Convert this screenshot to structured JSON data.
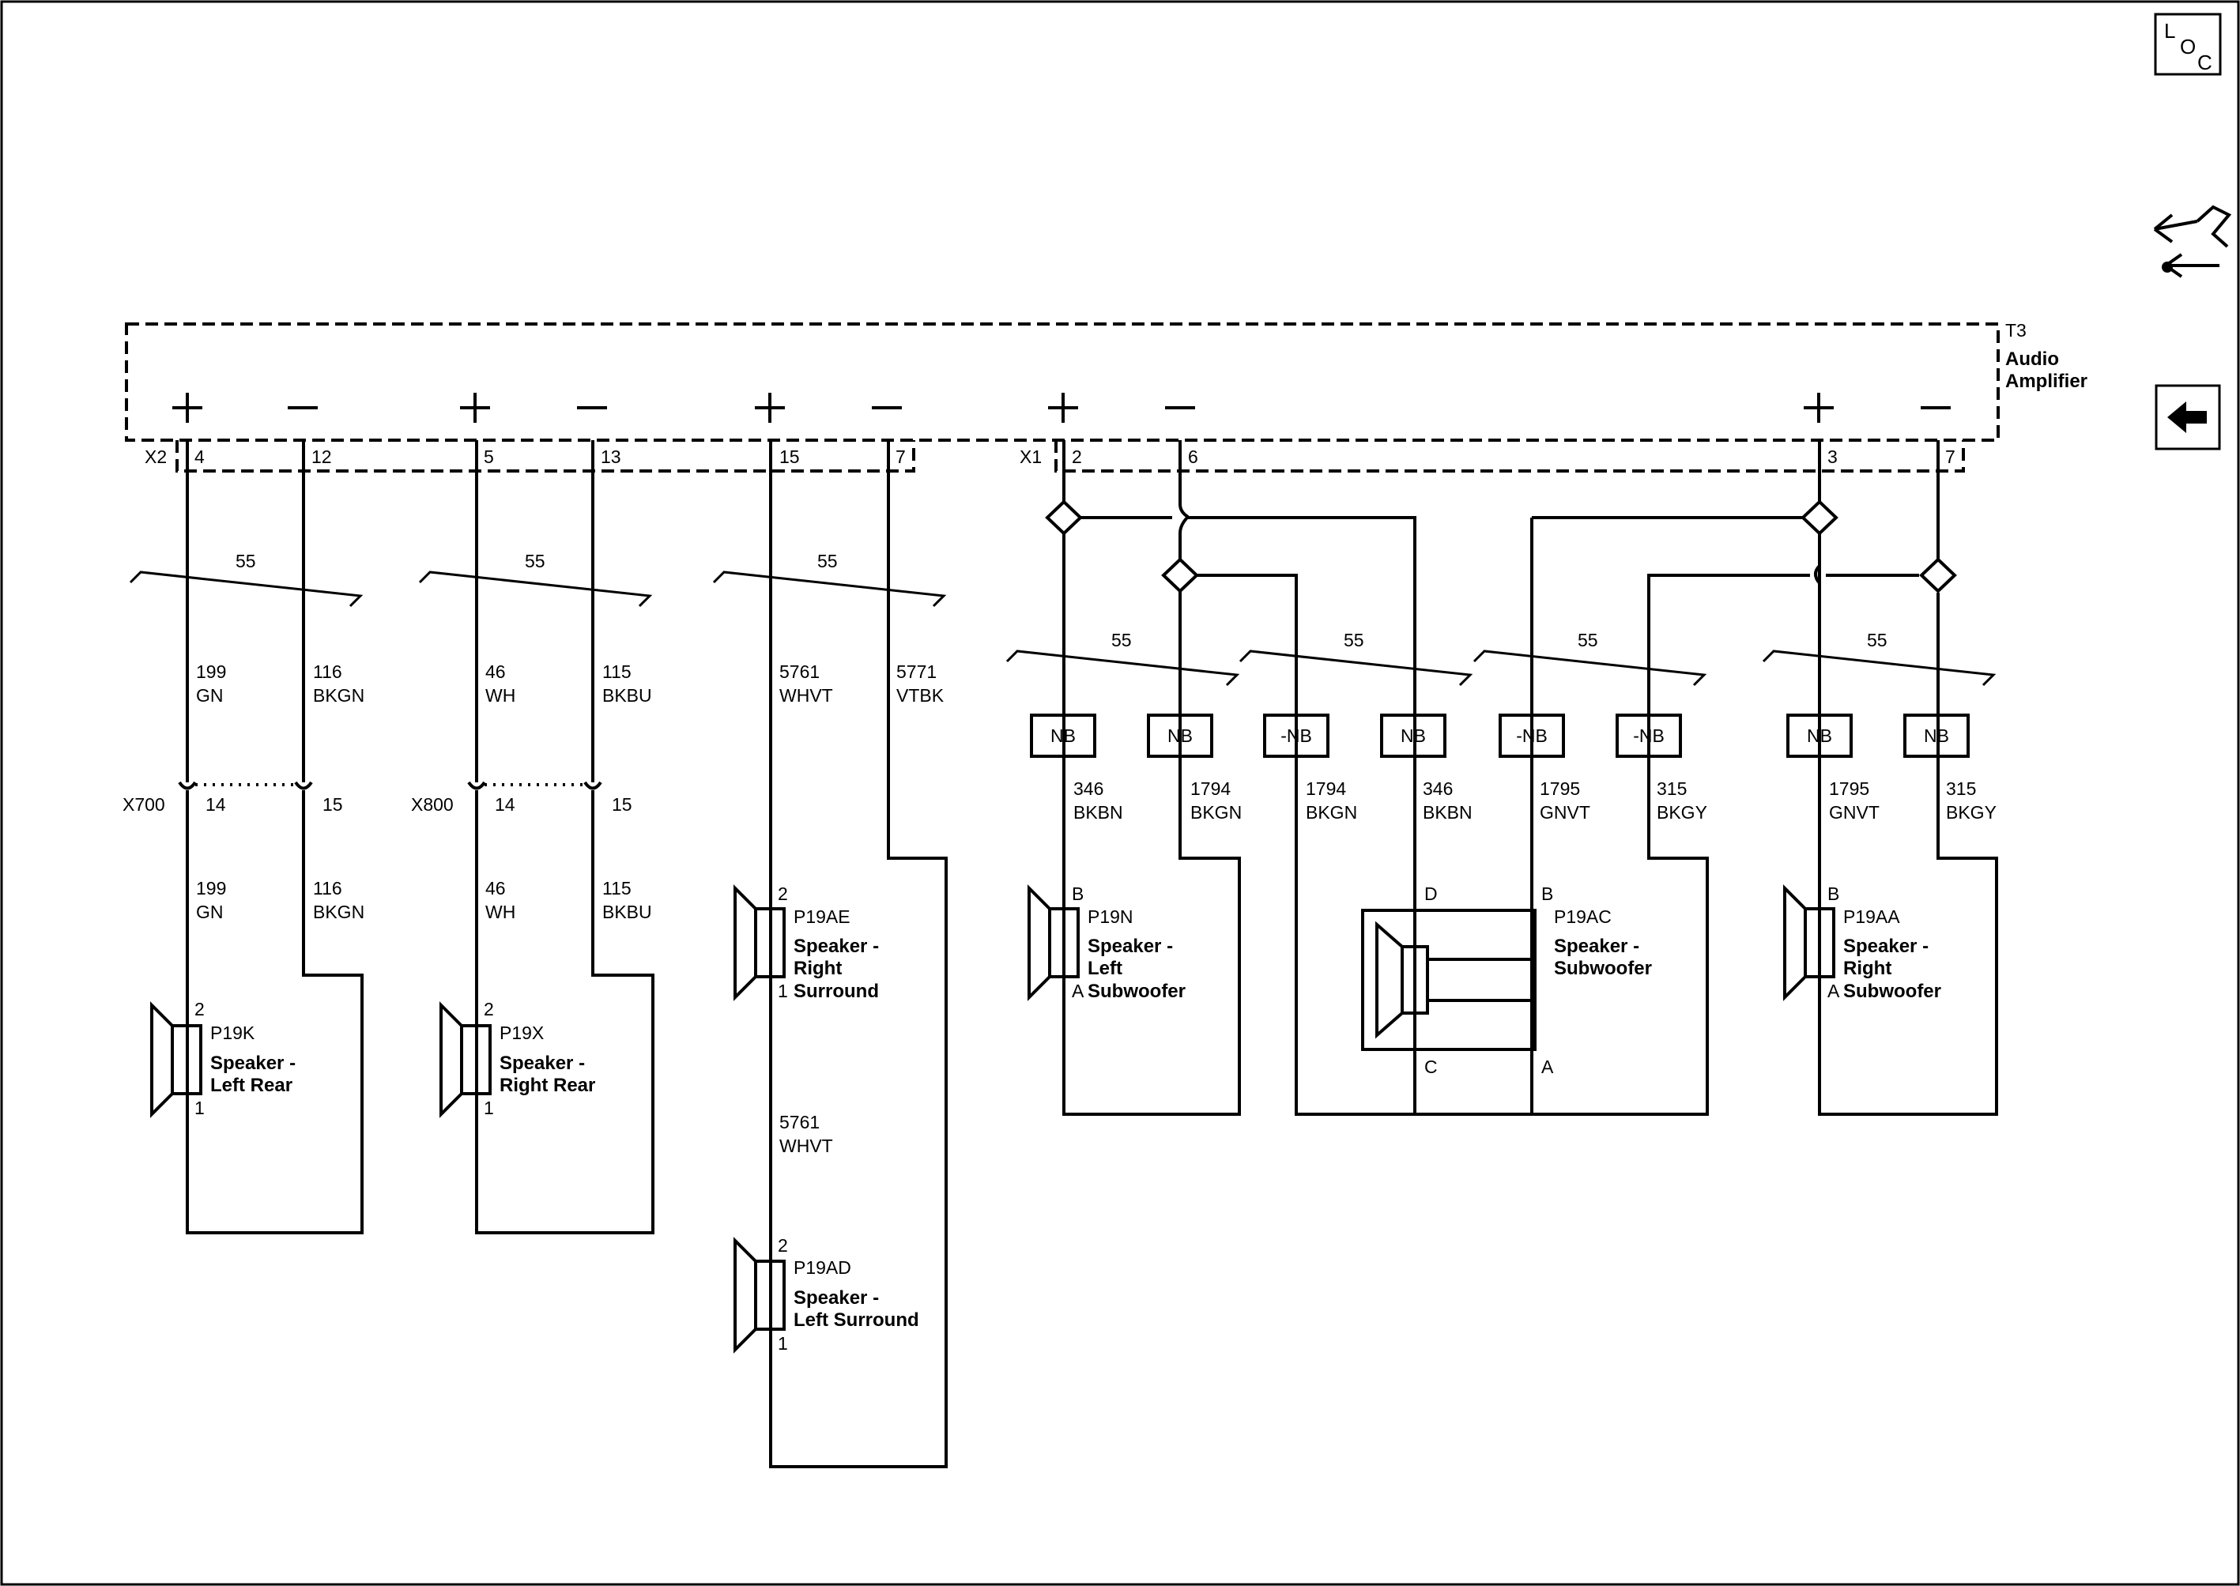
{
  "nav": {
    "loc_icon": {
      "l": "L",
      "o": "O",
      "c": "C"
    },
    "connector_icon": "connector-icon",
    "back_icon": "back-arrow-icon"
  },
  "amplifier": {
    "ref": "T3",
    "line1": "Audio",
    "line2": "Amplifier",
    "conn_x2": "X2",
    "conn_x1": "X1",
    "pins": [
      "4",
      "12",
      "5",
      "13",
      "15",
      "7",
      "2",
      "6",
      "3",
      "7"
    ]
  },
  "twist_label": "55",
  "wires_upper": [
    {
      "circuit": "199",
      "color": "GN"
    },
    {
      "circuit": "116",
      "color": "BKGN"
    },
    {
      "circuit": "46",
      "color": "WH"
    },
    {
      "circuit": "115",
      "color": "BKBU"
    },
    {
      "circuit": "5761",
      "color": "WHVT"
    },
    {
      "circuit": "5771",
      "color": "VTBK"
    }
  ],
  "inline_connectors": [
    {
      "name": "X700",
      "pin_a": "14",
      "pin_b": "15"
    },
    {
      "name": "X800",
      "pin_a": "14",
      "pin_b": "15"
    }
  ],
  "wires_lower": [
    {
      "circuit": "199",
      "color": "GN"
    },
    {
      "circuit": "116",
      "color": "BKGN"
    },
    {
      "circuit": "46",
      "color": "WH"
    },
    {
      "circuit": "115",
      "color": "BKBU"
    },
    {
      "circuit": "5761",
      "color": "WHVT"
    }
  ],
  "nb_labels": [
    "NB",
    "NB",
    "-NB",
    "NB",
    "-NB",
    "-NB",
    "NB",
    "NB"
  ],
  "wires_sub": [
    {
      "circuit": "346",
      "color": "BKBN"
    },
    {
      "circuit": "1794",
      "color": "BKGN"
    },
    {
      "circuit": "1794",
      "color": "BKGN"
    },
    {
      "circuit": "346",
      "color": "BKBN"
    },
    {
      "circuit": "1795",
      "color": "GNVT"
    },
    {
      "circuit": "315",
      "color": "BKGY"
    },
    {
      "circuit": "1795",
      "color": "GNVT"
    },
    {
      "circuit": "315",
      "color": "BKGY"
    }
  ],
  "speakers": [
    {
      "ref": "P19K",
      "line1": "Speaker -",
      "line2": "Left Rear",
      "line3": "",
      "pin_top": "2",
      "pin_bot": "1"
    },
    {
      "ref": "P19X",
      "line1": "Speaker -",
      "line2": "Right Rear",
      "line3": "",
      "pin_top": "2",
      "pin_bot": "1"
    },
    {
      "ref": "P19AE",
      "line1": "Speaker -",
      "line2": "Right",
      "line3": "Surround",
      "pin_top": "2",
      "pin_bot": "1"
    },
    {
      "ref": "P19AD",
      "line1": "Speaker -",
      "line2": "Left Surround",
      "line3": "",
      "pin_top": "2",
      "pin_bot": "1"
    },
    {
      "ref": "P19N",
      "line1": "Speaker -",
      "line2": "Left",
      "line3": "Subwoofer",
      "pin_top": "B",
      "pin_bot": "A"
    },
    {
      "ref": "P19AC",
      "line1": "Speaker -",
      "line2": "Subwoofer",
      "line3": "",
      "pin_d": "D",
      "pin_b": "B",
      "pin_c": "C",
      "pin_a": "A"
    },
    {
      "ref": "P19AA",
      "line1": "Speaker -",
      "line2": "Right",
      "line3": "Subwoofer",
      "pin_top": "B",
      "pin_bot": "A"
    }
  ]
}
